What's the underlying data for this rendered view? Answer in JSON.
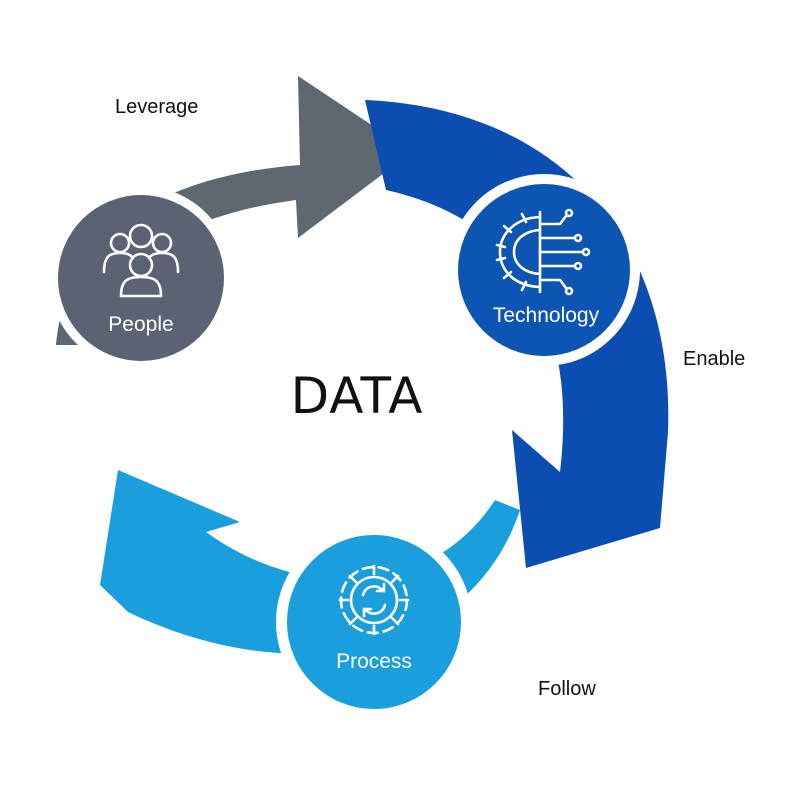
{
  "diagram": {
    "center_label": "DATA",
    "nodes": [
      {
        "id": "people",
        "label": "People",
        "icon": "people-icon",
        "color": "#5a6274"
      },
      {
        "id": "technology",
        "label": "Technology",
        "icon": "circuit-gear-icon",
        "color": "#0d55b3"
      },
      {
        "id": "process",
        "label": "Process",
        "icon": "gear-cycle-icon",
        "color": "#1a9fdc"
      }
    ],
    "edges": [
      {
        "from": "people",
        "to": "technology",
        "label": "Leverage",
        "color": "#5e6870"
      },
      {
        "from": "technology",
        "to": "process",
        "label": "Enable",
        "color": "#0b4db0"
      },
      {
        "from": "process",
        "to": "people",
        "label": "Follow",
        "color": "#1a9fdc"
      }
    ]
  }
}
